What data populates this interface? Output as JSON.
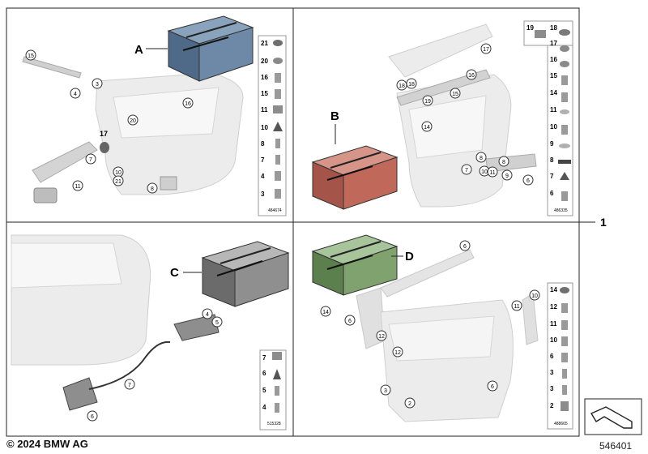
{
  "diagram": {
    "assembly_index": "1",
    "footer_copyright": "© 2024 BMW AG",
    "document_number": "546401",
    "quadrants": [
      {
        "id": "A",
        "sheet_number": "484674",
        "callouts": [
          "15",
          "3",
          "4",
          "16",
          "20",
          "17",
          "7",
          "10",
          "21",
          "11",
          "8"
        ],
        "legend": [
          "21",
          "20",
          "16",
          "15",
          "11",
          "10",
          "8",
          "7",
          "4",
          "3"
        ]
      },
      {
        "id": "B",
        "sheet_number": "486335",
        "callouts": [
          "17",
          "16",
          "18",
          "18",
          "15",
          "19",
          "14",
          "8",
          "7",
          "10",
          "11",
          "8",
          "9",
          "6"
        ],
        "legend_pairs": [
          [
            "19",
            "18"
          ]
        ],
        "legend": [
          "17",
          "16",
          "15",
          "14",
          "11",
          "10",
          "9",
          "8",
          "7",
          "6"
        ]
      },
      {
        "id": "C",
        "sheet_number": "515328",
        "callouts": [
          "4",
          "5",
          "7",
          "6"
        ],
        "legend": [
          "7",
          "6",
          "5",
          "4"
        ]
      },
      {
        "id": "D",
        "sheet_number": "488665",
        "callouts": [
          "6",
          "10",
          "11",
          "14",
          "6",
          "12",
          "12",
          "3",
          "2",
          "6"
        ],
        "legend": [
          "14",
          "12",
          "11",
          "10",
          "6",
          "3",
          "3",
          "2"
        ]
      }
    ]
  }
}
